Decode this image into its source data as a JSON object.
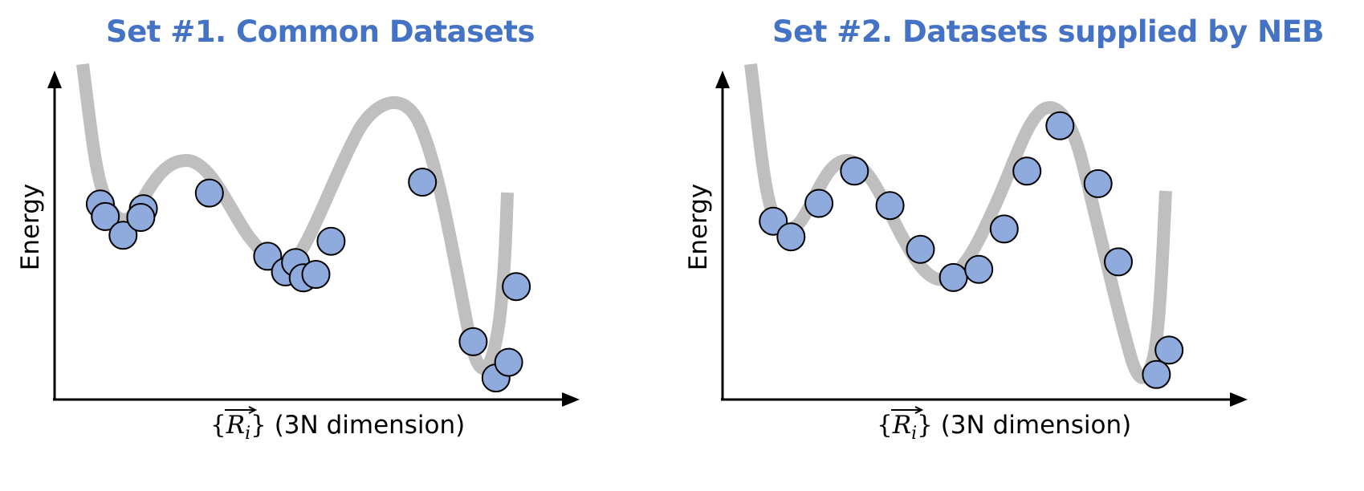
{
  "panels": [
    {
      "title": "Set #1. Common Datasets",
      "ylabel": "Energy",
      "xlabel": {
        "set_open": "{",
        "symbol": "R",
        "subscript": "i",
        "set_close": "}",
        "suffix": " (3N dimension)"
      },
      "points": [
        [
          0.09,
          0.625
        ],
        [
          0.1,
          0.585
        ],
        [
          0.135,
          0.525
        ],
        [
          0.175,
          0.61
        ],
        [
          0.17,
          0.582
        ],
        [
          0.305,
          0.66
        ],
        [
          0.42,
          0.458
        ],
        [
          0.455,
          0.408
        ],
        [
          0.475,
          0.438
        ],
        [
          0.49,
          0.389
        ],
        [
          0.515,
          0.4
        ],
        [
          0.545,
          0.506
        ],
        [
          0.725,
          0.695
        ],
        [
          0.825,
          0.185
        ],
        [
          0.87,
          0.069
        ],
        [
          0.895,
          0.119
        ],
        [
          0.91,
          0.361
        ]
      ]
    },
    {
      "title": "Set #2. Datasets supplied by NEB",
      "ylabel": "Energy",
      "xlabel": {
        "set_open": "{",
        "symbol": "R",
        "subscript": "i",
        "set_close": "}",
        "suffix": " (3N dimension)"
      },
      "points": [
        [
          0.1,
          0.57
        ],
        [
          0.135,
          0.52
        ],
        [
          0.19,
          0.627
        ],
        [
          0.26,
          0.73
        ],
        [
          0.33,
          0.62
        ],
        [
          0.39,
          0.48
        ],
        [
          0.455,
          0.39
        ],
        [
          0.505,
          0.416
        ],
        [
          0.555,
          0.545
        ],
        [
          0.6,
          0.73
        ],
        [
          0.665,
          0.875
        ],
        [
          0.74,
          0.69
        ],
        [
          0.78,
          0.44
        ],
        [
          0.855,
          0.08
        ],
        [
          0.88,
          0.158
        ]
      ]
    }
  ],
  "colors": {
    "point_fill": "#8faadc",
    "point_stroke": "#000000",
    "curve": "#bfbfbf",
    "title": "#4472c4"
  }
}
